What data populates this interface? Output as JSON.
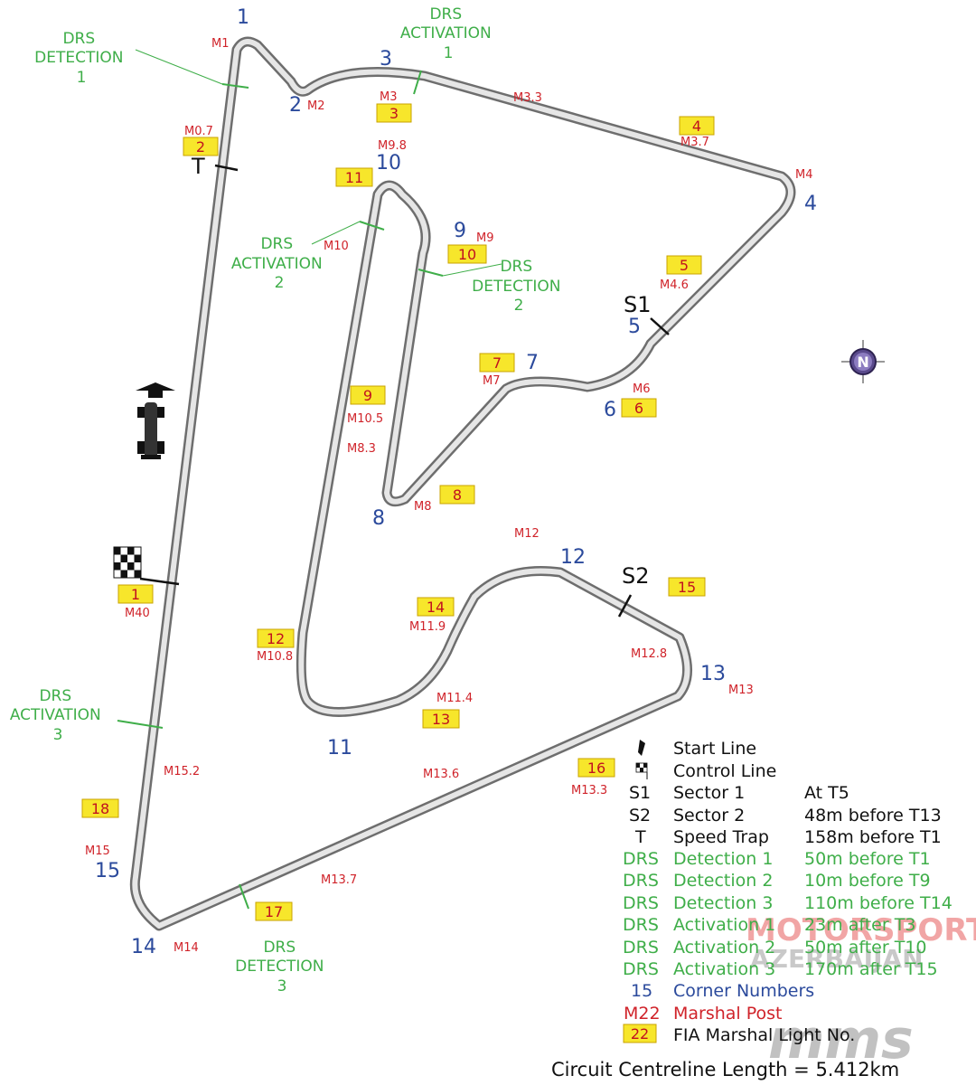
{
  "corners": [
    {
      "num": "1"
    },
    {
      "num": "2"
    },
    {
      "num": "3"
    },
    {
      "num": "4"
    },
    {
      "num": "5"
    },
    {
      "num": "6"
    },
    {
      "num": "7"
    },
    {
      "num": "8"
    },
    {
      "num": "9"
    },
    {
      "num": "10"
    },
    {
      "num": "11"
    },
    {
      "num": "12"
    },
    {
      "num": "13"
    },
    {
      "num": "14"
    },
    {
      "num": "15"
    }
  ],
  "marshal_posts": [
    "M1",
    "M0.7",
    "M2",
    "M3",
    "M3.3",
    "M3.7",
    "M4",
    "M4.6",
    "M6",
    "M7",
    "M8",
    "M8.3",
    "M9",
    "M9.8",
    "M10",
    "M10.5",
    "M10.8",
    "M11.4",
    "M11.9",
    "M12",
    "M12.8",
    "M13",
    "M13.3",
    "M13.6",
    "M13.7",
    "M14",
    "M15",
    "M15.2",
    "M40"
  ],
  "light_numbers": [
    "1",
    "2",
    "3",
    "4",
    "5",
    "6",
    "7",
    "8",
    "9",
    "10",
    "11",
    "12",
    "13",
    "14",
    "15",
    "16",
    "17",
    "18"
  ],
  "drs_labels": [
    {
      "l1": "DRS",
      "l2": "DETECTION",
      "l3": "1"
    },
    {
      "l1": "DRS",
      "l2": "ACTIVATION",
      "l3": "1"
    },
    {
      "l1": "DRS",
      "l2": "ACTIVATION",
      "l3": "2"
    },
    {
      "l1": "DRS",
      "l2": "DETECTION",
      "l3": "2"
    },
    {
      "l1": "DRS",
      "l2": "ACTIVATION",
      "l3": "3"
    },
    {
      "l1": "DRS",
      "l2": "DETECTION",
      "l3": "3"
    }
  ],
  "markers": {
    "s1": "S1",
    "s2": "S2",
    "t": "T"
  },
  "compass": "N",
  "legend": [
    {
      "sym": "",
      "label": "Start Line",
      "detail": ""
    },
    {
      "sym": "",
      "label": "Control Line",
      "detail": ""
    },
    {
      "sym": "S1",
      "label": "Sector 1",
      "detail": "At T5"
    },
    {
      "sym": "S2",
      "label": "Sector 2",
      "detail": "48m before T13"
    },
    {
      "sym": "T",
      "label": "Speed Trap",
      "detail": "158m before T1"
    },
    {
      "sym": "DRS",
      "label": "Detection 1",
      "detail": "50m before T1"
    },
    {
      "sym": "DRS",
      "label": "Detection 2",
      "detail": "10m before T9"
    },
    {
      "sym": "DRS",
      "label": "Detection 3",
      "detail": "110m before T14"
    },
    {
      "sym": "DRS",
      "label": "Activation 1",
      "detail": "23m after T3"
    },
    {
      "sym": "DRS",
      "label": "Activation 2",
      "detail": "50m after T10"
    },
    {
      "sym": "DRS",
      "label": "Activation 3",
      "detail": "170m after T15"
    },
    {
      "sym": "15",
      "label": "Corner Numbers",
      "detail": ""
    },
    {
      "sym": "M22",
      "label": "Marshal Post",
      "detail": ""
    },
    {
      "sym": "22",
      "label": "FIA Marshal Light No.",
      "detail": ""
    }
  ],
  "footer": "Circuit Centreline Length = 5.412km",
  "watermark": {
    "line1": "MOTORSPORT",
    "line2": "AZERBAIJAN",
    "logo": "mms"
  },
  "colors": {
    "corner": "#2b4a9c",
    "marshal": "#d0232a",
    "drs": "#3fae49",
    "light_bg": "#f7e62b",
    "light_border": "#c9a300",
    "track": "#6e6e6e"
  }
}
